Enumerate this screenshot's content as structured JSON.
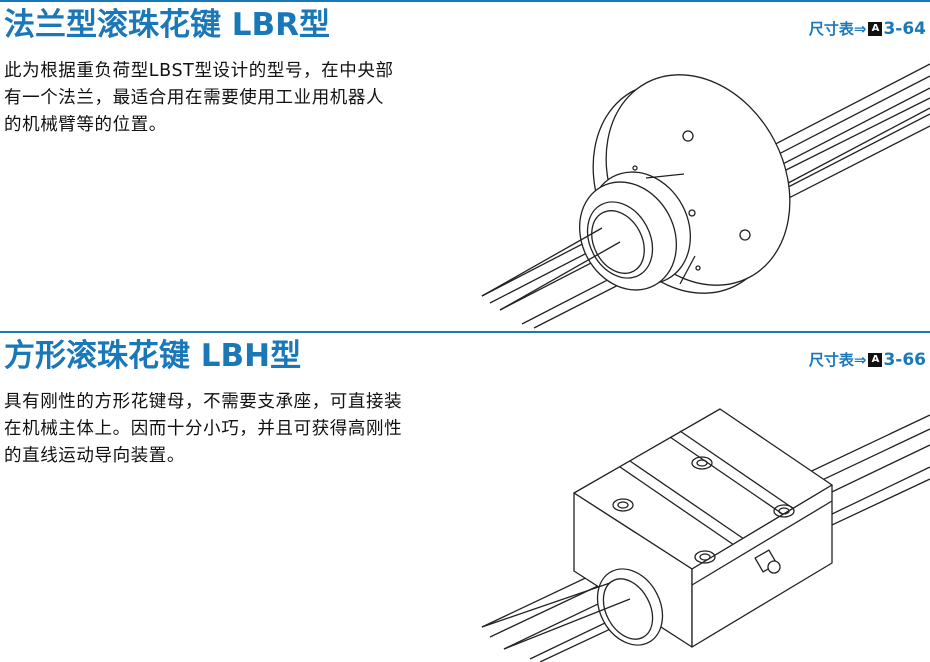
{
  "sections": [
    {
      "title": "法兰型滚珠花键 LBR型",
      "ref": {
        "prefix": "尺寸表⇒",
        "badge": "A",
        "page": "3-64"
      },
      "description": "此为根据重负荷型LBST型设计的型号，在中央部\n有一个法兰，最适合用在需要使用工业用机器人\n的机械臂等的位置。"
    },
    {
      "title": "方形滚珠花键 LBH型",
      "ref": {
        "prefix": "尺寸表⇒",
        "badge": "A",
        "page": "3-66"
      },
      "description": "具有刚性的方形花键母，不需要支承座，可直接装\n在机械主体上。因而十分小巧，并且可获得高刚性\n的直线运动导向装置。"
    }
  ],
  "colors": {
    "accent": "#1a78b9",
    "text": "#111111"
  }
}
